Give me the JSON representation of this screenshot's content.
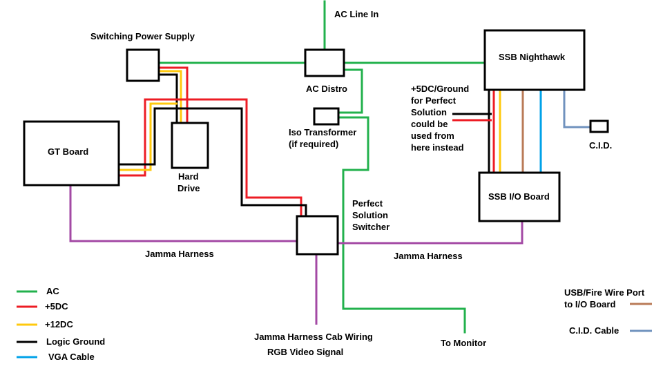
{
  "colors": {
    "ac": "#22b14c",
    "plus5dc": "#ed1c24",
    "plus12dc": "#ffc90e",
    "logic_ground": "#000000",
    "vga": "#00a2e8",
    "jamma": "#a349a4",
    "usb": "#b97a57",
    "cid": "#7092be"
  },
  "labels": {
    "ac_line_in": "AC Line In",
    "switching_power_supply": "Switching Power Supply",
    "ac_distro": "AC Distro",
    "ssb_nighthawk": "SSB Nighthawk",
    "gt_board": "GT Board",
    "hard_drive_1": "Hard",
    "hard_drive_2": "Drive",
    "iso_transformer_1": "Iso Transformer",
    "iso_transformer_2": "(if required)",
    "perfect_solution_note": [
      "+5DC/Ground",
      "for Perfect",
      "Solution",
      "could be",
      "used from",
      "here instead"
    ],
    "cid": "C.I.D.",
    "ssb_io_board": "SSB I/O Board",
    "perfect_solution_switcher": [
      "Perfect",
      "Solution",
      "Switcher"
    ],
    "jamma_harness_left": "Jamma Harness",
    "jamma_harness_right": "Jamma Harness",
    "jamma_cab_wiring": "Jamma Harness Cab Wiring",
    "rgb_video_signal": "RGB Video Signal",
    "to_monitor": "To Monitor"
  },
  "legend": [
    {
      "label": "AC",
      "color": "#22b14c"
    },
    {
      "label": "+5DC",
      "color": "#ed1c24"
    },
    {
      "label": "+12DC",
      "color": "#ffc90e"
    },
    {
      "label": "Logic Ground",
      "color": "#000000"
    },
    {
      "label": "VGA Cable",
      "color": "#00a2e8"
    }
  ],
  "legend_right": [
    {
      "label_lines": [
        "USB/Fire Wire Port",
        "to I/O Board"
      ],
      "color": "#b97a57"
    },
    {
      "label_lines": [
        "C.I.D. Cable"
      ],
      "color": "#7092be"
    }
  ]
}
